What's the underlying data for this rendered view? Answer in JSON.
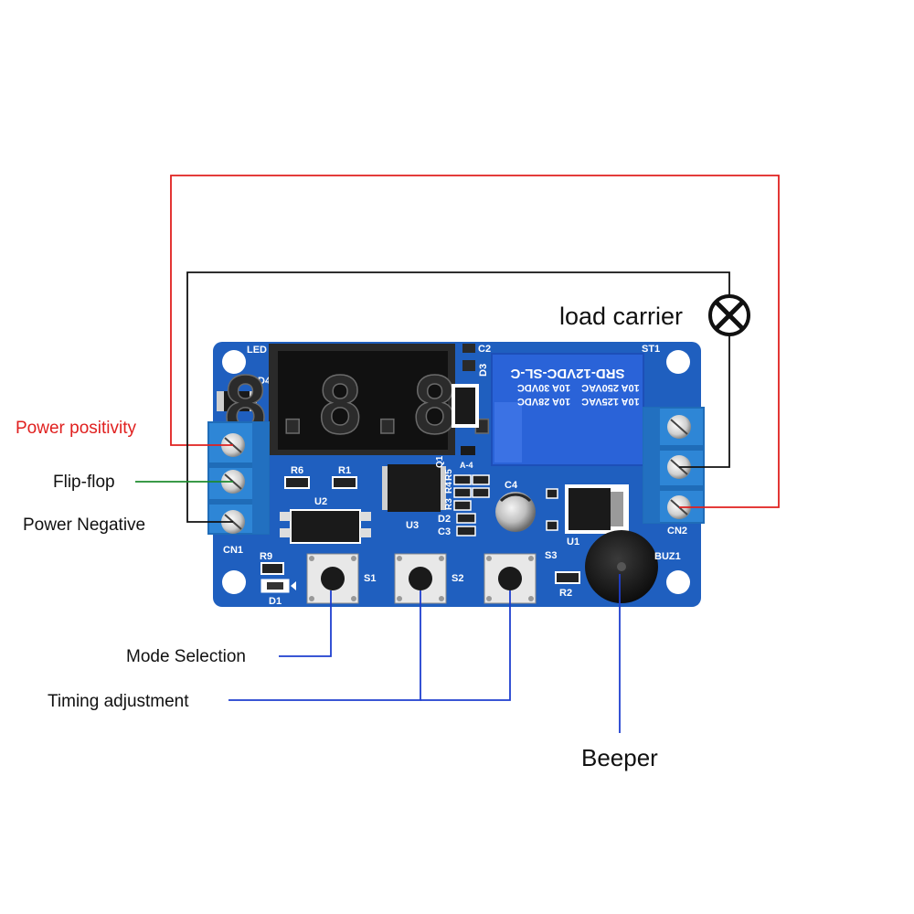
{
  "labels": {
    "load_carrier": "load carrier",
    "power_positivity": "Power positivity",
    "flip_flop": "Flip-flop",
    "power_negative": "Power Negative",
    "mode_selection": "Mode Selection",
    "timing_adjustment": "Timing adjustment",
    "beeper": "Beeper"
  },
  "display": {
    "digits": "8.8.8."
  },
  "relay": {
    "model": "SRD-12VDC-SL-C",
    "spec1": "10A 250VAC",
    "spec2": "10A 125VAC",
    "spec3": "10A 30VDC",
    "spec4": "10A 28VDC"
  },
  "silkscreen": {
    "led": "LED",
    "d4": "D4",
    "st1": "ST1",
    "c2": "C2",
    "d3": "D3",
    "q1": "Q1",
    "a4": "A-4",
    "r6": "R6",
    "r1": "R1",
    "u2": "U2",
    "u3": "U3",
    "r3": "R3",
    "r4": "R4",
    "r5": "R5",
    "d2": "D2",
    "c3": "C3",
    "c4": "C4",
    "u1": "U1",
    "cn1": "CN1",
    "cn2": "CN2",
    "r9": "R9",
    "d1": "D1",
    "s1": "S1",
    "s2": "S2",
    "s3": "S3",
    "r2": "R2",
    "buz1": "BUZ1"
  },
  "colors": {
    "pcb": "#1f5fbf",
    "pcb_dark": "#1a4fa6",
    "terminal": "#2e86d6",
    "wire_red": "#e0201f",
    "wire_black": "#111111",
    "wire_green": "#1e8b2e",
    "wire_blue": "#1f3fcf",
    "relay": "#2a63d8",
    "label_red": "#e0201f"
  }
}
